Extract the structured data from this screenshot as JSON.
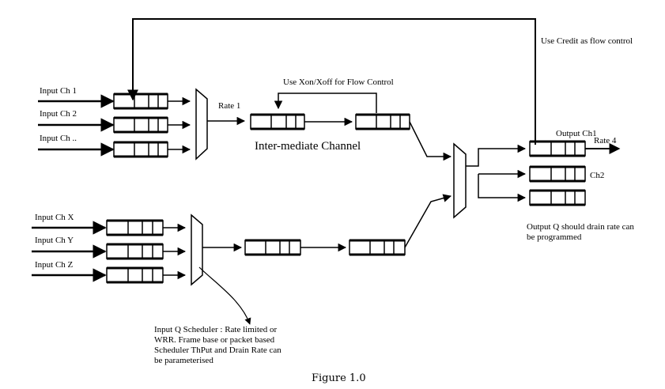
{
  "labels": {
    "use_credit": "Use Credit as flow control",
    "use_xon": "Use Xon/Xoff for Flow Control",
    "rate1": "Rate 1",
    "intermediate": "Inter-mediate Channel",
    "output_ch1": "Output Ch1",
    "rate4": "Rate 4",
    "ch2": "Ch2",
    "output_note_1": "Output Q should drain rate can",
    "output_note_2": "be programmed",
    "scheduler_note_1": "Input Q Scheduler : Rate limited or",
    "scheduler_note_2": "WRR. Frame base or packet based",
    "scheduler_note_3": "Scheduler ThPut and Drain Rate can",
    "scheduler_note_4": "be parameterised",
    "figure_caption": "Figure 1.0"
  },
  "inputs_top": [
    "Input Ch 1",
    "Input Ch 2",
    "Input Ch .."
  ],
  "inputs_bottom": [
    "Input Ch X",
    "Input Ch Y",
    "Input Ch Z"
  ]
}
